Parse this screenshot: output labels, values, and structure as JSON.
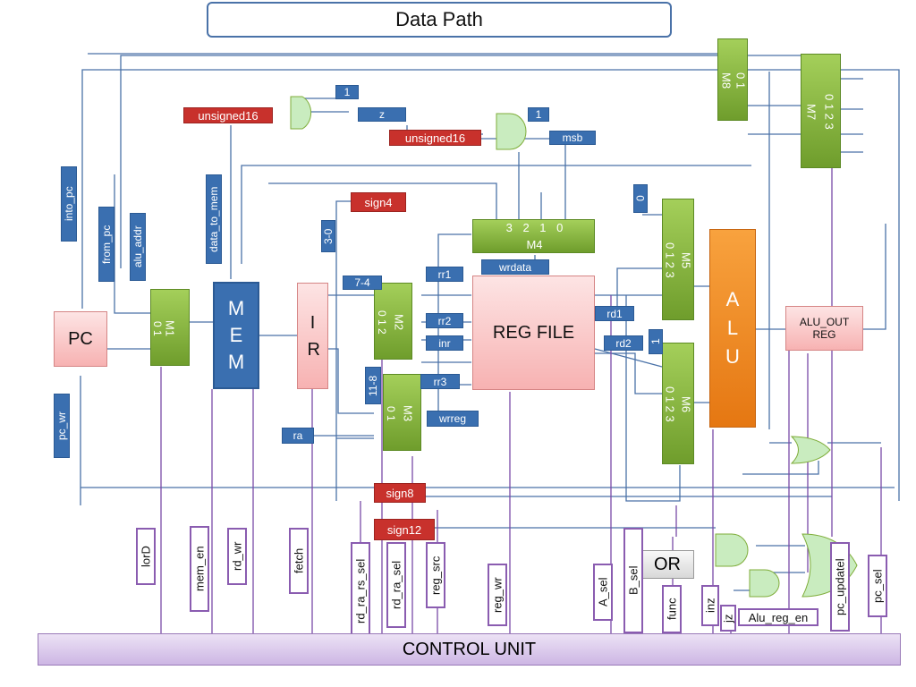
{
  "title": "Data Path",
  "colors": {
    "wire_blue": "#4a72a8",
    "wire_purple": "#7a4aa8",
    "label_blue": "#3a6fb0",
    "label_red": "#c8312c",
    "mux_green": "#7fad3a",
    "alu_orange": "#f28a1e",
    "pink": "#f7b2b2"
  },
  "blocks": {
    "pc": "PC",
    "mem": "M E M",
    "ir": "I R",
    "reg_file": "REG FILE",
    "alu": "A L U",
    "alu_out": "ALU_OUT REG",
    "control_unit": "CONTROL UNIT",
    "or_box": "OR"
  },
  "muxes": {
    "m1": {
      "name": "M1",
      "inputs": "0 1"
    },
    "m2": {
      "name": "M2",
      "inputs": "0 1 2"
    },
    "m3": {
      "name": "M3",
      "inputs": "0 1"
    },
    "m4": {
      "name": "M4",
      "inputs": "3 2 1 0"
    },
    "m5": {
      "name": "M5",
      "inputs": "0 1 2 3"
    },
    "m6": {
      "name": "M6",
      "inputs": "0 1 2 3"
    },
    "m7": {
      "name": "M7",
      "inputs": "0 1 2 3"
    },
    "m8": {
      "name": "M8",
      "inputs": "0 1"
    }
  },
  "blue_labels": {
    "into_pc": "into_pc",
    "from_pc": "from_pc",
    "alu_addr": "alu_addr",
    "data_to_mem": "data_to_mem",
    "pc_wr": "pc_wr",
    "one_a": "1",
    "z": "z",
    "one_b": "1",
    "msb": "msb",
    "zero": "0",
    "r30": "3-0",
    "r74": "7-4",
    "r118": "11-8",
    "ra": "ra",
    "rr1": "rr1",
    "rr2": "rr2",
    "inr": "inr",
    "rr3": "rr3",
    "wrreg": "wrreg",
    "wrdata": "wrdata",
    "rd1": "rd1",
    "rd2": "rd2",
    "one_c": "1"
  },
  "red_labels": {
    "unsigned16_a": "unsigned16",
    "unsigned16_b": "unsigned16",
    "sign4": "sign4",
    "sign8": "sign8",
    "sign12": "sign12"
  },
  "control_signals": {
    "lorD": "lorD",
    "mem_en": "mem_en",
    "rd_wr": "rd_wr",
    "fetch": "fetch",
    "rd_ra_rs_sel": "rd_ra_rs_sel",
    "rd_ra_sel": "rd_ra_sel",
    "reg_src": "reg_src",
    "reg_wr": "reg_wr",
    "A_sel": "A_sel",
    "B_sel": "B_sel",
    "func": "func",
    "inz": "inz",
    "jz": "jz",
    "alu_reg_en": "Alu_reg_en",
    "pc_updatel": "pc_updatel",
    "pc_sel": "pc_sel"
  }
}
